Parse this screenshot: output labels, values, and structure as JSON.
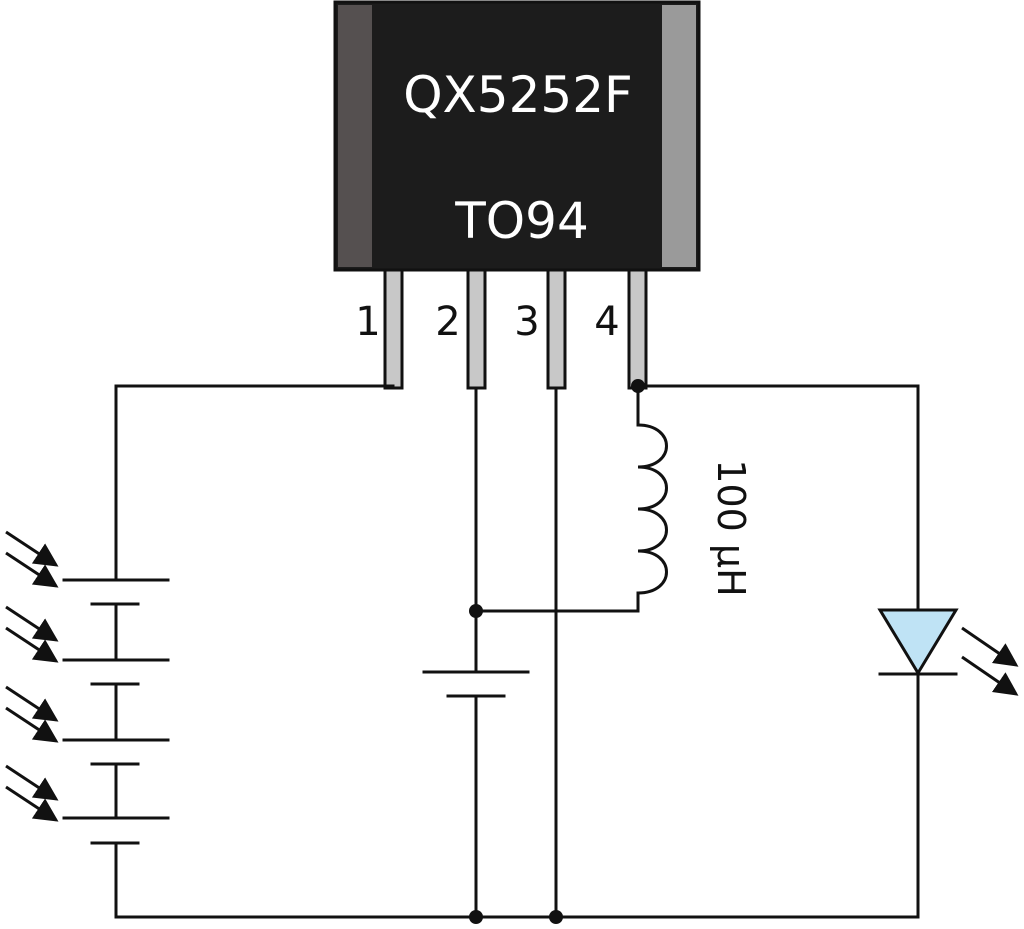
{
  "ic": {
    "part_number": "QX5252F",
    "package": "TO94",
    "pins": [
      "1",
      "2",
      "3",
      "4"
    ]
  },
  "inductor": {
    "value": "100 µH"
  },
  "colors": {
    "ic_body": "#1c1c1c",
    "ic_left_band": "#555050",
    "ic_right_band": "#9a9a9a",
    "pin_fill": "#c8c8c8",
    "led_fill": "#bfe3f5",
    "wire": "#111111"
  },
  "icons": [
    "solar-cell-icon",
    "battery-icon",
    "inductor-icon",
    "led-icon",
    "light-arrow-icon"
  ]
}
